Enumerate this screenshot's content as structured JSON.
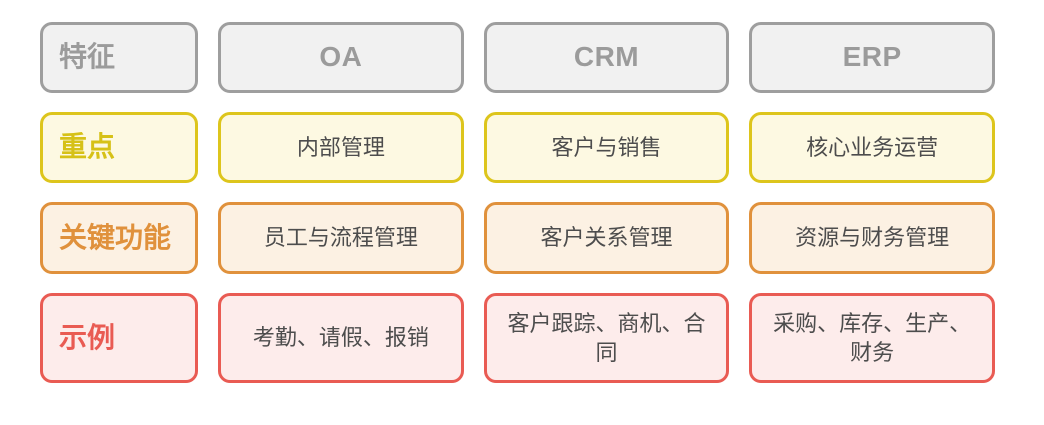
{
  "colors": {
    "gray_bg": "#f1f1f1",
    "gray_border": "#9e9e9e",
    "gray_text": "#9b9b9b",
    "yellow_bg": "#fdf9e2",
    "yellow_border": "#ddc51c",
    "yellow_text": "#d6c117",
    "orange_bg": "#fcf1e3",
    "orange_border": "#e0913c",
    "orange_text": "#e0913c",
    "red_bg": "#fdeceb",
    "red_border": "#e95b53",
    "red_text": "#e95b53",
    "content_text": "#4d4d4d"
  },
  "table": {
    "corner_label": "特征",
    "columns": [
      "OA",
      "CRM",
      "ERP"
    ],
    "rows": [
      {
        "label": "重点",
        "theme": "yellow",
        "cells": [
          "内部管理",
          "客户与销售",
          "核心业务运营"
        ]
      },
      {
        "label": "关键功能",
        "theme": "orange",
        "cells": [
          "员工与流程管理",
          "客户关系管理",
          "资源与财务管理"
        ]
      },
      {
        "label": "示例",
        "theme": "red",
        "cells": [
          "考勤、请假、报销",
          "客户跟踪、商机、合同",
          "采购、库存、生产、财务"
        ]
      }
    ]
  }
}
